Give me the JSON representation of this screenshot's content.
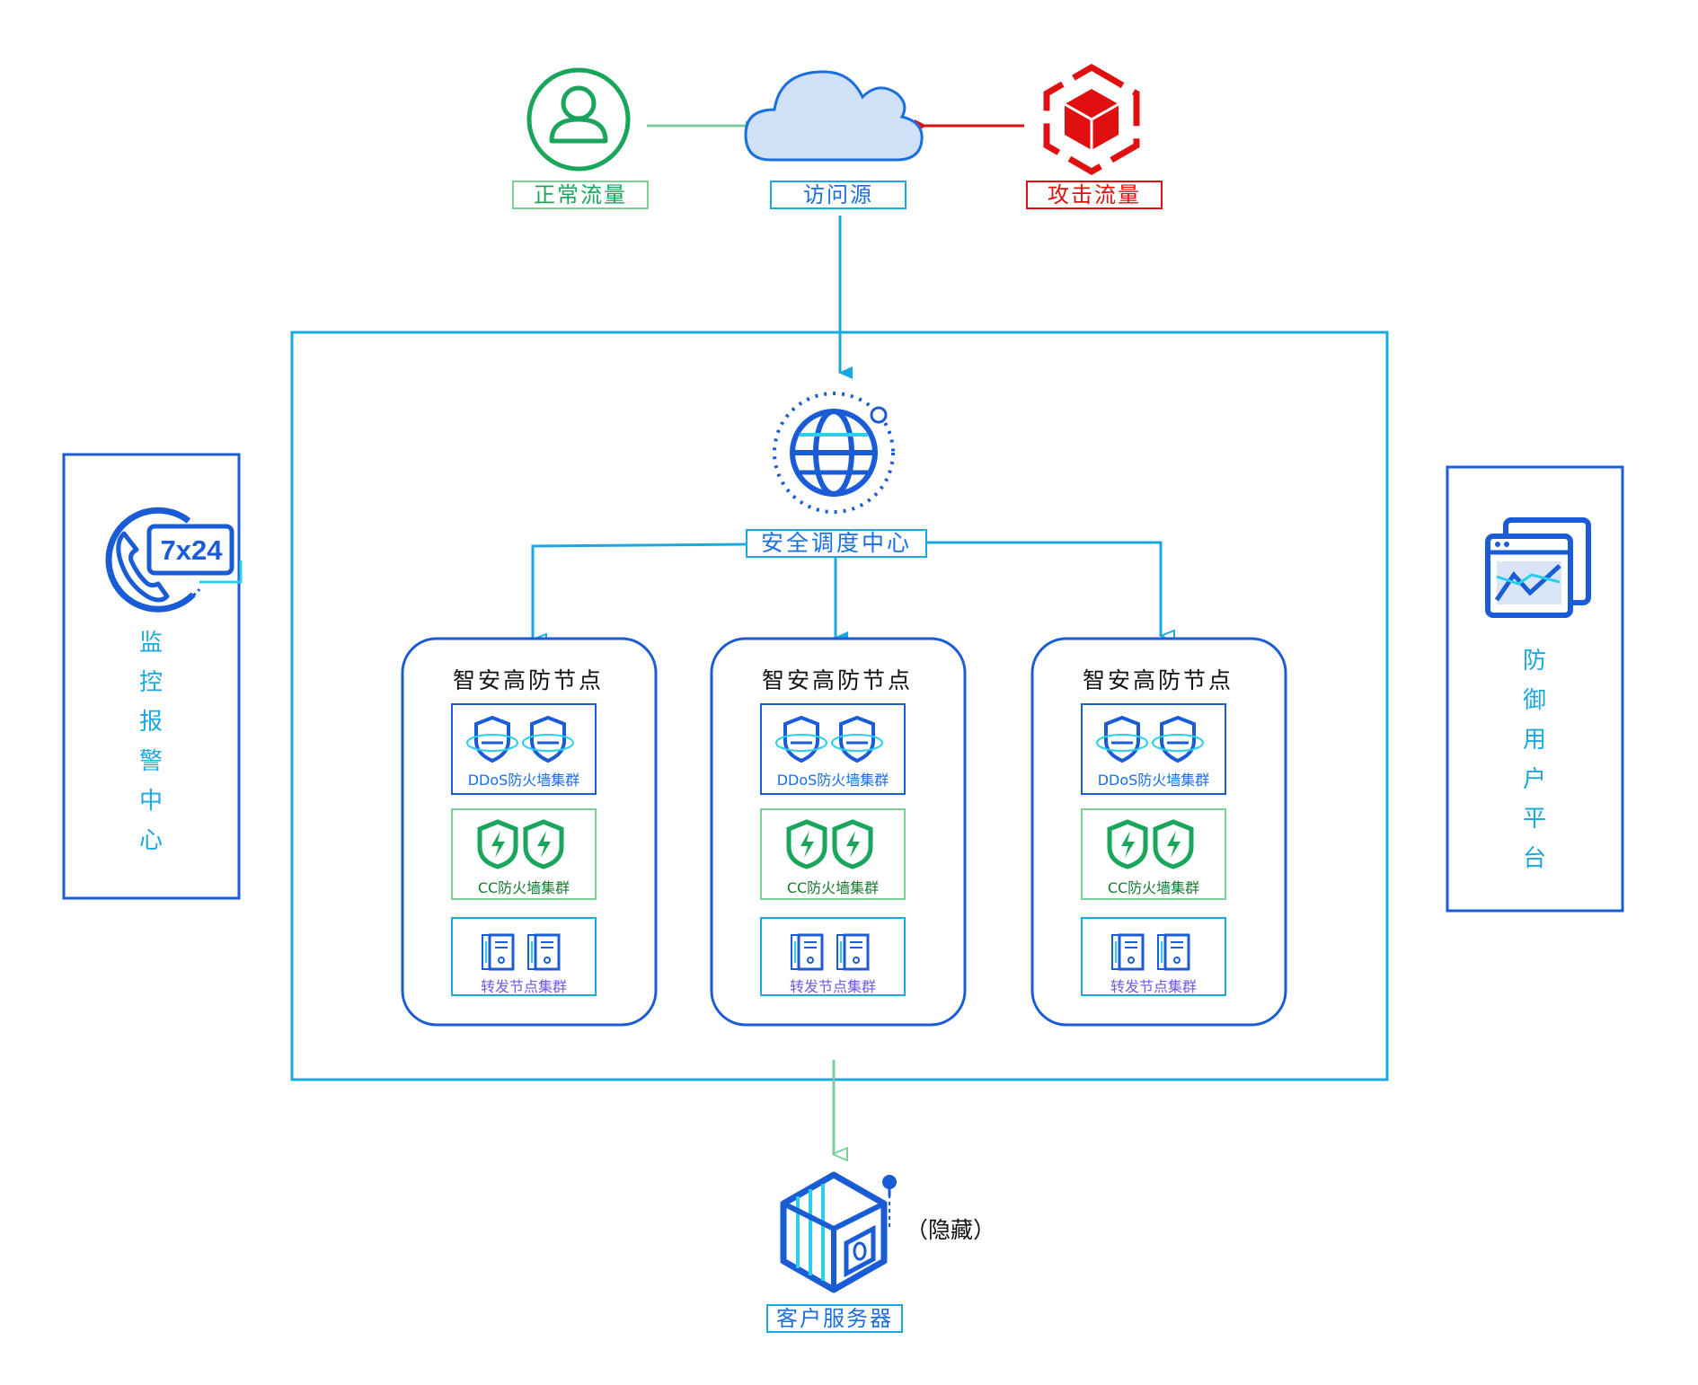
{
  "sources": {
    "normal_label": "正常流量",
    "access_label": "访问源",
    "attack_label": "攻击流量"
  },
  "center": {
    "label": "安全调度中心"
  },
  "nodes": [
    {
      "title": "智安高防节点",
      "ddos": "DDoS防火墙集群",
      "cc": "CC防火墙集群",
      "relay": "转发节点集群"
    },
    {
      "title": "智安高防节点",
      "ddos": "DDoS防火墙集群",
      "cc": "CC防火墙集群",
      "relay": "转发节点集群"
    },
    {
      "title": "智安高防节点",
      "ddos": "DDoS防火墙集群",
      "cc": "CC防火墙集群",
      "relay": "转发节点集群"
    }
  ],
  "monitor": {
    "badge": "7x24",
    "chars": [
      "监",
      "控",
      "报",
      "警",
      "中",
      "心"
    ]
  },
  "platform": {
    "chars": [
      "防",
      "御",
      "用",
      "户",
      "平",
      "台"
    ]
  },
  "server": {
    "label": "客户服务器",
    "note": "（隐藏）"
  },
  "colors": {
    "blue": "#1a5bd6",
    "cyan": "#1aa8e0",
    "green": "#1aa55c",
    "red": "#e01010",
    "light_green": "#7dcf98"
  }
}
